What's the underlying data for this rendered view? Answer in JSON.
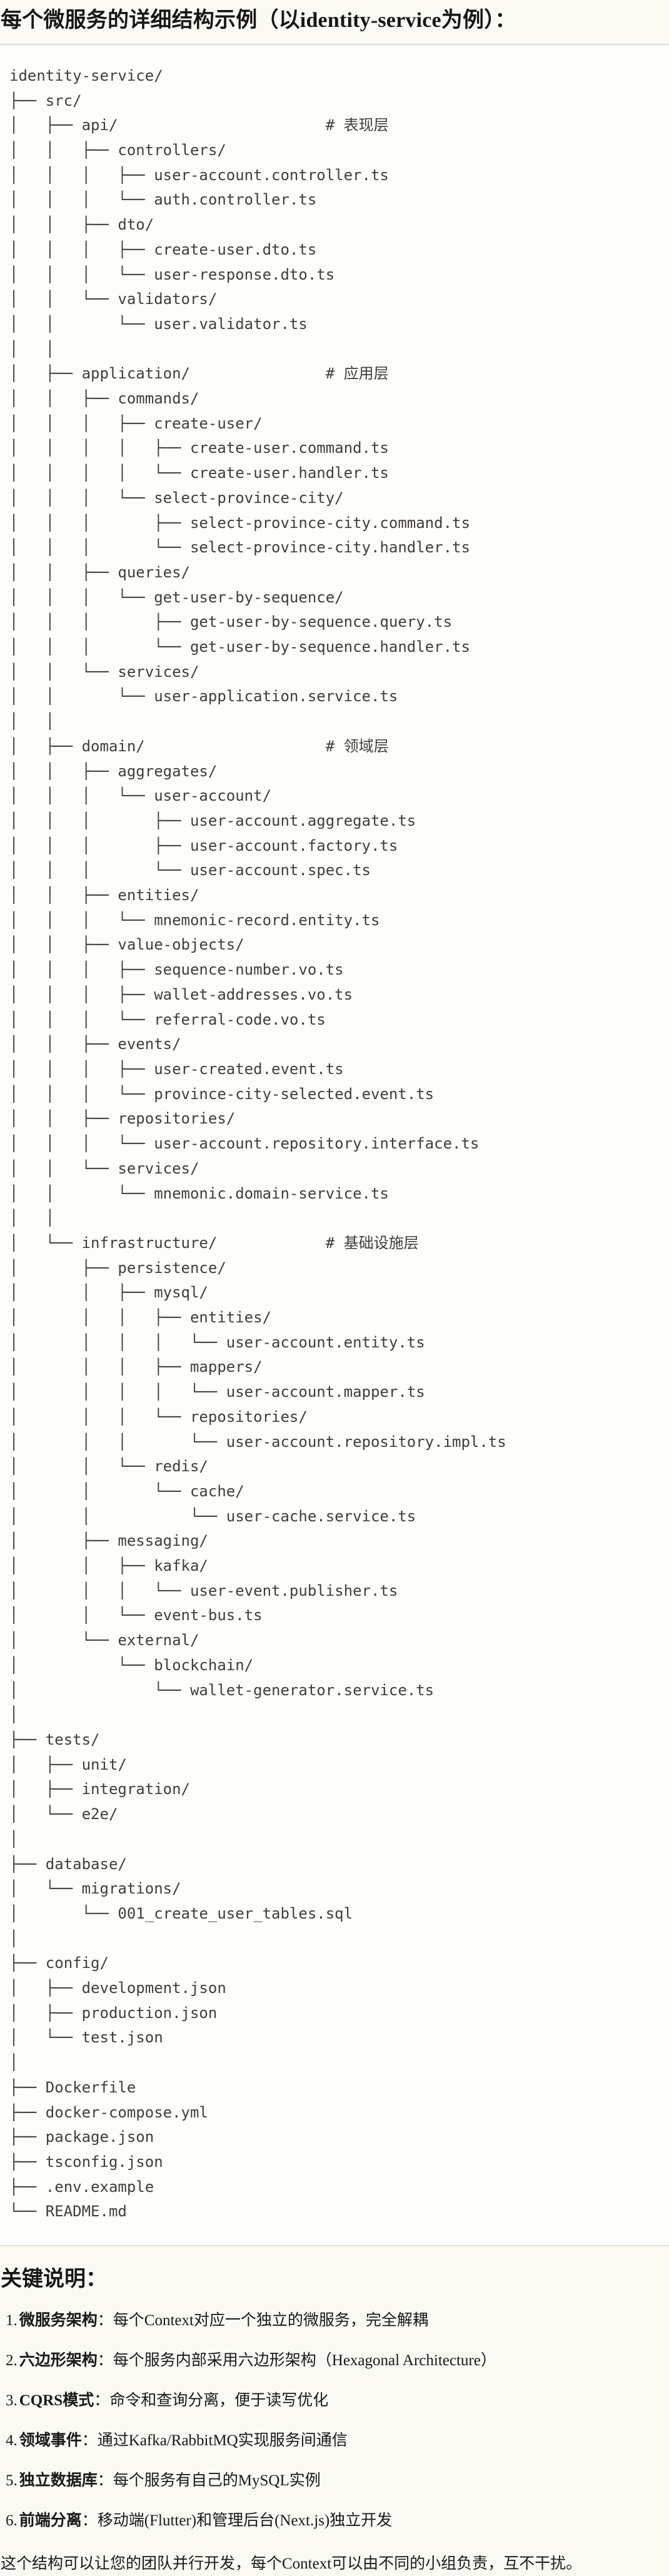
{
  "header": {
    "title": "每个微服务的详细结构示例（以identity-service为例）："
  },
  "code_block": {
    "tree_lines": [
      "identity-service/",
      "├── src/",
      "│   ├── api/                       # 表现层",
      "│   │   ├── controllers/",
      "│   │   │   ├── user-account.controller.ts",
      "│   │   │   └── auth.controller.ts",
      "│   │   ├── dto/",
      "│   │   │   ├── create-user.dto.ts",
      "│   │   │   └── user-response.dto.ts",
      "│   │   └── validators/",
      "│   │       └── user.validator.ts",
      "│   │",
      "│   ├── application/               # 应用层",
      "│   │   ├── commands/",
      "│   │   │   ├── create-user/",
      "│   │   │   │   ├── create-user.command.ts",
      "│   │   │   │   └── create-user.handler.ts",
      "│   │   │   └── select-province-city/",
      "│   │   │       ├── select-province-city.command.ts",
      "│   │   │       └── select-province-city.handler.ts",
      "│   │   ├── queries/",
      "│   │   │   └── get-user-by-sequence/",
      "│   │   │       ├── get-user-by-sequence.query.ts",
      "│   │   │       └── get-user-by-sequence.handler.ts",
      "│   │   └── services/",
      "│   │       └── user-application.service.ts",
      "│   │",
      "│   ├── domain/                    # 领域层",
      "│   │   ├── aggregates/",
      "│   │   │   └── user-account/",
      "│   │   │       ├── user-account.aggregate.ts",
      "│   │   │       ├── user-account.factory.ts",
      "│   │   │       └── user-account.spec.ts",
      "│   │   ├── entities/",
      "│   │   │   └── mnemonic-record.entity.ts",
      "│   │   ├── value-objects/",
      "│   │   │   ├── sequence-number.vo.ts",
      "│   │   │   ├── wallet-addresses.vo.ts",
      "│   │   │   └── referral-code.vo.ts",
      "│   │   ├── events/",
      "│   │   │   ├── user-created.event.ts",
      "│   │   │   └── province-city-selected.event.ts",
      "│   │   ├── repositories/",
      "│   │   │   └── user-account.repository.interface.ts",
      "│   │   └── services/",
      "│   │       └── mnemonic.domain-service.ts",
      "│   │",
      "│   └── infrastructure/            # 基础设施层",
      "│       ├── persistence/",
      "│       │   ├── mysql/",
      "│       │   │   ├── entities/",
      "│       │   │   │   └── user-account.entity.ts",
      "│       │   │   ├── mappers/",
      "│       │   │   │   └── user-account.mapper.ts",
      "│       │   │   └── repositories/",
      "│       │   │       └── user-account.repository.impl.ts",
      "│       │   └── redis/",
      "│       │       └── cache/",
      "│       │           └── user-cache.service.ts",
      "│       ├── messaging/",
      "│       │   ├── kafka/",
      "│       │   │   └── user-event.publisher.ts",
      "│       │   └── event-bus.ts",
      "│       └── external/",
      "│           └── blockchain/",
      "│               └── wallet-generator.service.ts",
      "│",
      "├── tests/",
      "│   ├── unit/",
      "│   ├── integration/",
      "│   └── e2e/",
      "│",
      "├── database/",
      "│   └── migrations/",
      "│       └── 001_create_user_tables.sql",
      "│",
      "├── config/",
      "│   ├── development.json",
      "│   ├── production.json",
      "│   └── test.json",
      "│",
      "├── Dockerfile",
      "├── docker-compose.yml",
      "├── package.json",
      "├── tsconfig.json",
      "├── .env.example",
      "└── README.md"
    ]
  },
  "notes": {
    "heading": "关键说明：",
    "items": [
      {
        "num": "1.",
        "label": "微服务架构",
        "text": "：每个Context对应一个独立的微服务，完全解耦"
      },
      {
        "num": "2.",
        "label": "六边形架构",
        "text": "：每个服务内部采用六边形架构（Hexagonal Architecture）"
      },
      {
        "num": "3.",
        "label": "CQRS模式",
        "text": "：命令和查询分离，便于读写优化"
      },
      {
        "num": "4.",
        "label": "领域事件",
        "text": "：通过Kafka/RabbitMQ实现服务间通信"
      },
      {
        "num": "5.",
        "label": "独立数据库",
        "text": "：每个服务有自己的MySQL实例"
      },
      {
        "num": "6.",
        "label": "前端分离",
        "text": "：移动端(Flutter)和管理后台(Next.js)独立开发"
      }
    ],
    "closing": "这个结构可以让您的团队并行开发，每个Context可以由不同的小组负责，互不干扰。"
  },
  "colors": {
    "page_bg": "#faf9f3",
    "code_bg": "#fdfdfb",
    "divider": "#e0ded6",
    "tree_text": "#403e39",
    "body_text": "#1a1916"
  }
}
